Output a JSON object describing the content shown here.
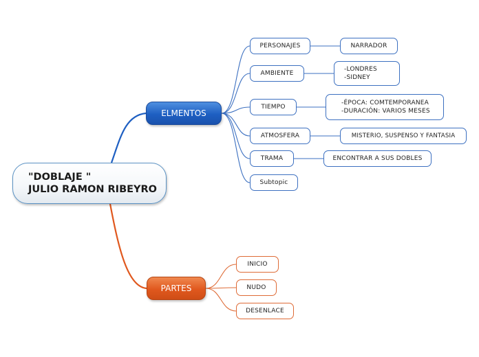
{
  "root": {
    "line1": "\"DOBLAJE \"",
    "line2": "JULIO RAMON RIBEYRO"
  },
  "branches": {
    "elementos": {
      "label": "ELMENTOS",
      "children": {
        "personajes": {
          "label": "PERSONAJES",
          "detail": [
            "NARRADOR"
          ]
        },
        "ambiente": {
          "label": "AMBIENTE",
          "detail": [
            "-LONDRES",
            "-SIDNEY"
          ]
        },
        "tiempo": {
          "label": "TIEMPO",
          "detail": [
            "-ÉPOCA: COMTEMPORANEA",
            "-DURACIÓN: VARIOS MESES"
          ]
        },
        "atmosfera": {
          "label": "ATMOSFERA",
          "detail": [
            "MISTERIO, SUSPENSO Y FANTASIA"
          ]
        },
        "trama": {
          "label": "TRAMA",
          "detail": [
            "ENCONTRAR A SUS DOBLES"
          ]
        },
        "subtopic": {
          "label": "Subtopic"
        }
      }
    },
    "partes": {
      "label": "PARTES",
      "children": {
        "inicio": {
          "label": "INICIO"
        },
        "nudo": {
          "label": "NUDO"
        },
        "desenlace": {
          "label": "DESENLACE"
        }
      }
    }
  },
  "colors": {
    "blue": "#1e5fc2",
    "blue_line": "#3b6fc0",
    "orange": "#e0581e",
    "orange_line": "#de6a35"
  }
}
